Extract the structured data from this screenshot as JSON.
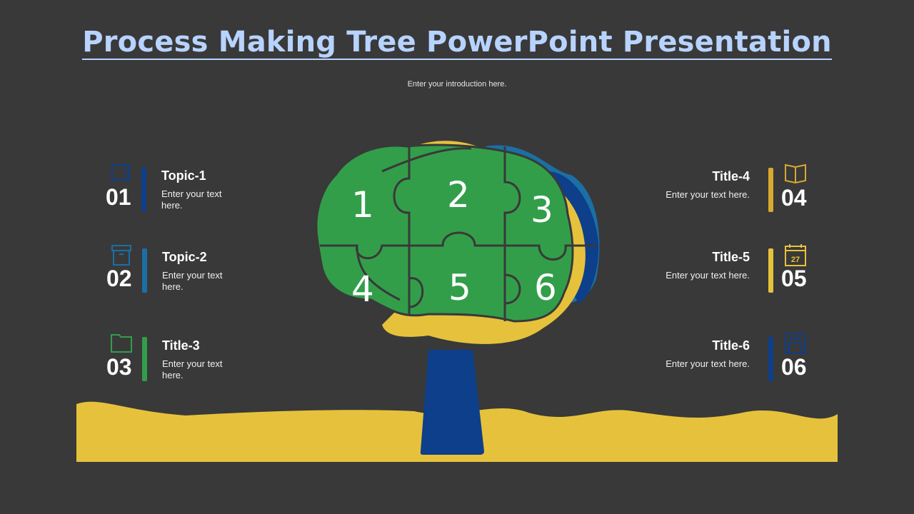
{
  "title": "Process Making Tree PowerPoint Presentation",
  "intro": "Enter your introduction here.",
  "colors": {
    "background": "#393939",
    "title": "#b7d3ff",
    "blue": "#0d3f8a",
    "teal": "#1b6fa5",
    "green": "#329e4a",
    "yellow": "#e6c23c",
    "gold": "#d9a831"
  },
  "items": [
    {
      "number": "01",
      "heading": "Topic-1",
      "text": "Enter your text here.",
      "icon": "notebook-icon",
      "color": "#0d3f8a"
    },
    {
      "number": "02",
      "heading": "Topic-2",
      "text": "Enter your text here.",
      "icon": "archive-box-icon",
      "color": "#1b6fa5"
    },
    {
      "number": "03",
      "heading": "Title-3",
      "text": "Enter your text here.",
      "icon": "folder-icon",
      "color": "#329e4a"
    },
    {
      "number": "04",
      "heading": "Title-4",
      "text": "Enter your text here.",
      "icon": "book-icon",
      "color": "#d9a831"
    },
    {
      "number": "05",
      "heading": "Title-5",
      "text": "Enter your text here.",
      "icon": "calendar-icon",
      "color": "#e6c23c",
      "icon_text": "27"
    },
    {
      "number": "06",
      "heading": "Title-6",
      "text": "Enter your text here.",
      "icon": "save-disk-icon",
      "color": "#0d3f8a"
    }
  ],
  "puzzle": [
    "1",
    "2",
    "3",
    "4",
    "5",
    "6"
  ]
}
